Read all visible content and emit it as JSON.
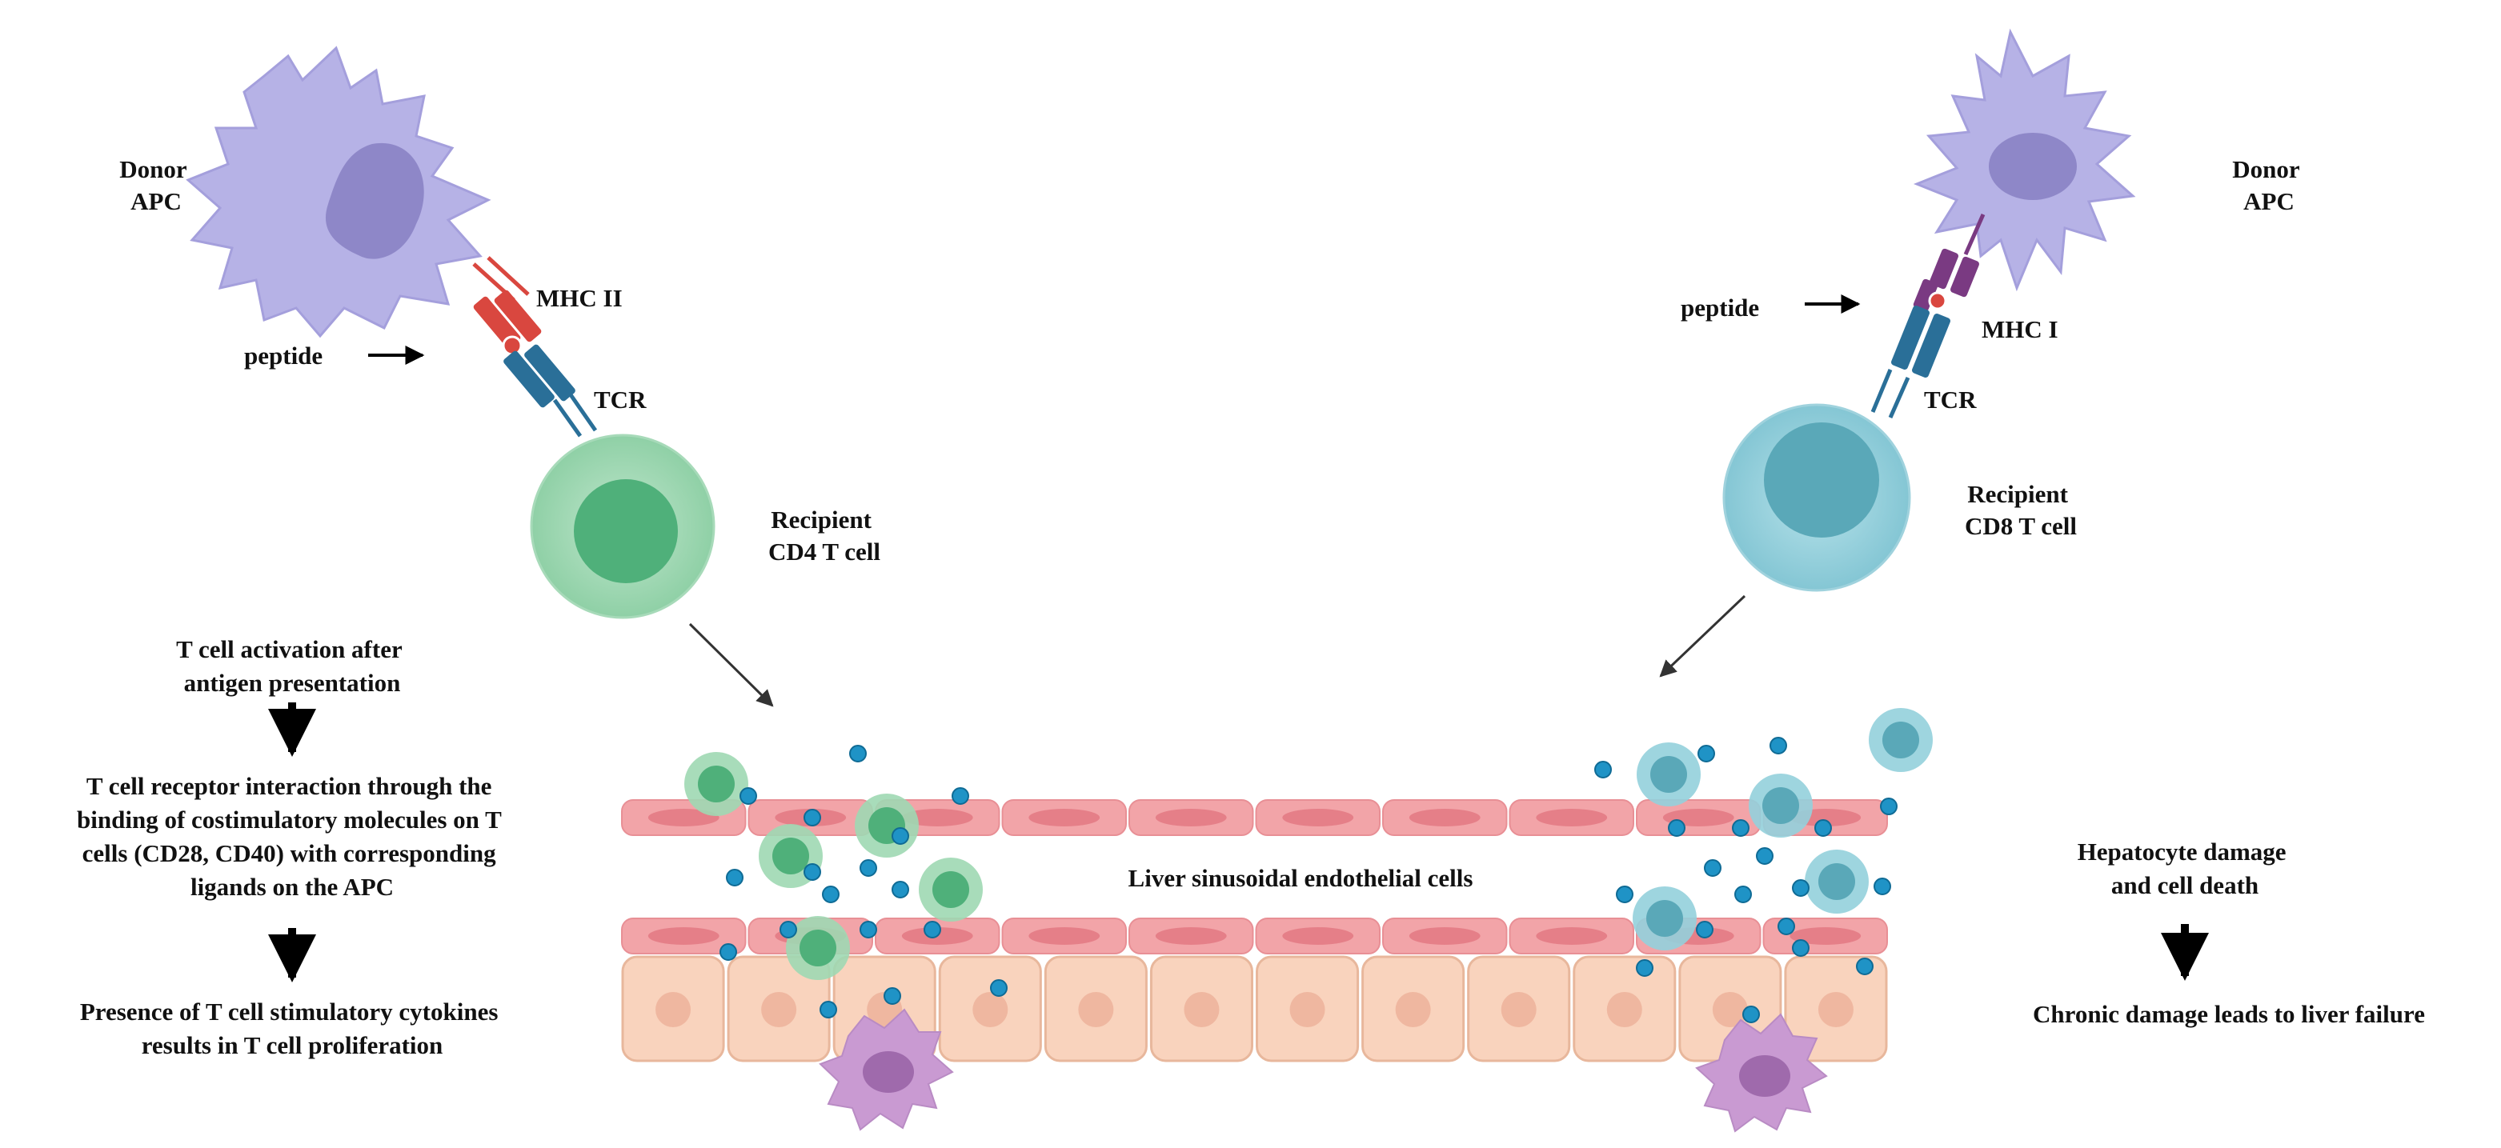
{
  "labels": {
    "donor_apc_left": [
      "Donor",
      "APC"
    ],
    "donor_apc_right": [
      "Donor",
      "APC"
    ],
    "mhc2": "MHC II",
    "mhc1": "MHC I",
    "peptide_left": "peptide",
    "peptide_right": "peptide",
    "tcr_left": "TCR",
    "tcr_right": "TCR",
    "recipient_cd4": [
      "Recipient",
      "CD4 T cell"
    ],
    "recipient_cd8": [
      "Recipient",
      "CD8 T cell"
    ],
    "lsec": "Liver sinusoidal endothelial cells"
  },
  "left_pathway": {
    "step1": [
      "T cell activation after",
      "antigen presentation"
    ],
    "step2": [
      "T cell receptor interaction through the",
      "binding of costimulatory molecules on T",
      "cells (CD28, CD40) with corresponding",
      "ligands on the APC"
    ],
    "step3": [
      "Presence of T cell stimulatory cytokines",
      "results in T cell proliferation"
    ]
  },
  "right_pathway": {
    "step1": [
      "Hepatocyte damage",
      "and cell death"
    ],
    "step2": [
      "Chronic damage leads to liver failure"
    ]
  },
  "colors": {
    "apc": "#b6b2e6",
    "apc_nucleus": "#8e87c8",
    "mhc2": "#d9473f",
    "mhc1": "#7a3a82",
    "tcr": "#2a6f98",
    "cd4_cell": "#9fd8b3",
    "cd4_nucleus": "#4fb07a",
    "cd8_cell": "#93d0dc",
    "cd8_nucleus": "#5aa8b8",
    "endothelium": "#f2a4a8",
    "hepatocyte": "#f9d3bd",
    "cytokine": "#1f93c6",
    "kupffer": "#c99ad2"
  }
}
